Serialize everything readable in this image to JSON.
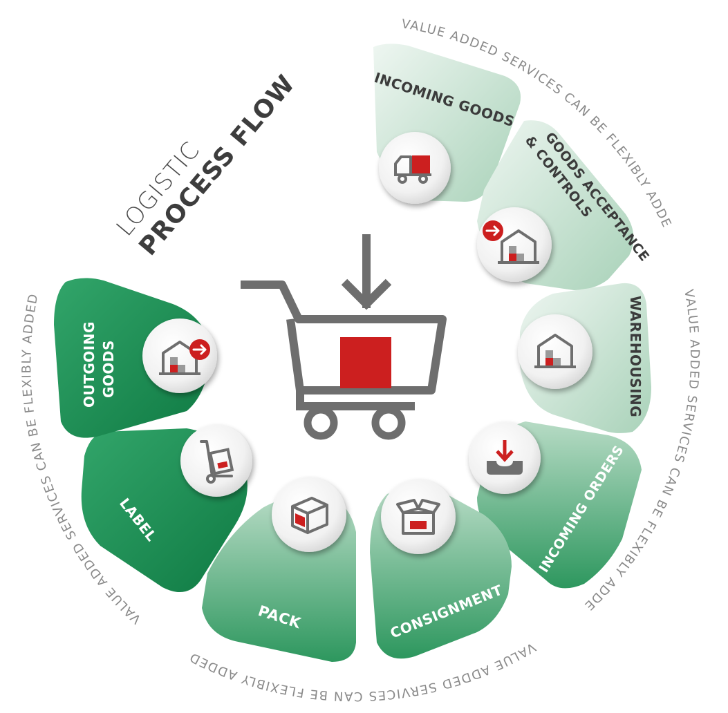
{
  "title": {
    "line1": "LOGISTIC",
    "line2": "PROCESS FLOW"
  },
  "value_added_text": "VALUE ADDED SERVICES CAN BE FLEXIBLY ADDED",
  "steps": [
    {
      "id": "incoming-goods",
      "label_lines": [
        "INCOMING GOODS"
      ],
      "icon": "truck-icon",
      "shade": "light"
    },
    {
      "id": "goods-acceptance",
      "label_lines": [
        "GOODS ACCEPTANCE",
        "& CONTROLS"
      ],
      "icon": "warehouse-arrow-in-icon",
      "shade": "light"
    },
    {
      "id": "warehousing",
      "label_lines": [
        "WAREHOUSING"
      ],
      "icon": "warehouse-icon",
      "shade": "light"
    },
    {
      "id": "incoming-orders",
      "label_lines": [
        "INCOMING ORDERS"
      ],
      "icon": "inbox-download-icon",
      "shade": "mid"
    },
    {
      "id": "consignment",
      "label_lines": [
        "CONSIGNMENT"
      ],
      "icon": "open-box-icon",
      "shade": "mid"
    },
    {
      "id": "pack",
      "label_lines": [
        "PACK"
      ],
      "icon": "closed-box-icon",
      "shade": "mid"
    },
    {
      "id": "label",
      "label_lines": [
        "LABEL"
      ],
      "icon": "hand-truck-icon",
      "shade": "dark"
    },
    {
      "id": "outgoing-goods",
      "label_lines": [
        "OUTGOING",
        "GOODS"
      ],
      "icon": "warehouse-arrow-out-icon",
      "shade": "dark"
    }
  ],
  "center_icon": "shopping-cart-icon",
  "colors": {
    "accent_red": "#cc1f1f",
    "icon_gray": "#6e6e6e",
    "green_dark": "#17894f",
    "green_mid": "#4fa878",
    "green_light": "#c9e3d3",
    "label_dark": "#3b3b3b"
  }
}
